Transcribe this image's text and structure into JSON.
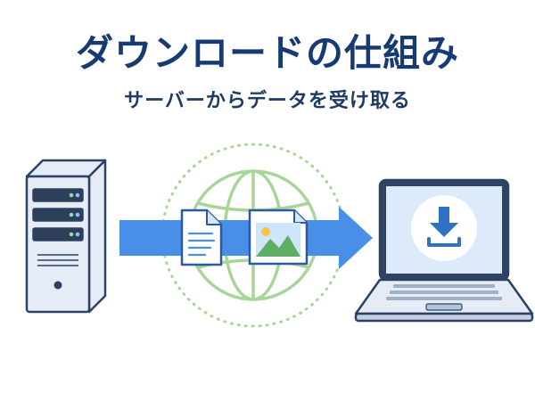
{
  "header": {
    "title": "ダウンロードの仕組み",
    "subtitle": "サーバーからデータを受け取る"
  },
  "colors": {
    "title": "#173a73",
    "subtitle": "#1f3b63",
    "arrow": "#4a8fe7",
    "globe": "#a9d59a",
    "device_body": "#e6ecf5",
    "device_outline": "#2c4166",
    "screen": "#ddeaf9",
    "download_accent": "#2f72c4",
    "image_mountain": "#5fae63"
  },
  "icons": {
    "server": "server-icon",
    "globe": "globe-icon",
    "document": "document-icon",
    "image": "image-file-icon",
    "laptop": "laptop-icon",
    "download": "download-icon",
    "arrow": "transfer-arrow"
  }
}
